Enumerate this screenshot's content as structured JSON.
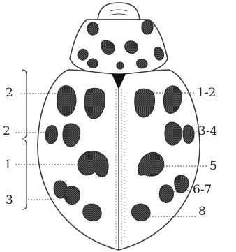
{
  "labels": {
    "left": {
      "a": "2",
      "b": "2",
      "c": "1",
      "d": "3"
    },
    "right": {
      "a": "1-2",
      "b": "3-4",
      "c": "5",
      "d": "6-7",
      "e": "8"
    }
  }
}
